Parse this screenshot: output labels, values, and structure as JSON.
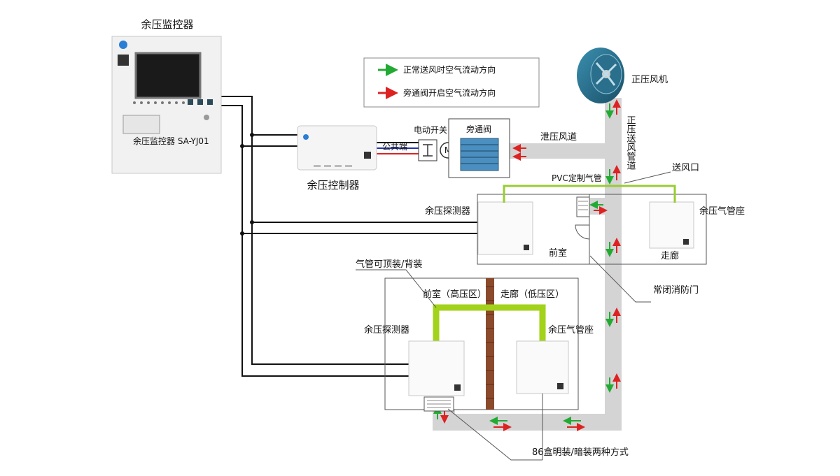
{
  "labels": {
    "monitor_title": "余压监控器",
    "monitor_model": "余压监控器  SA-YJ01",
    "controller_title": "余压控制器",
    "electric_switch": "电动开关",
    "bypass_valve": "旁通阀",
    "common_terminal": "公共端",
    "motor_symbol": "M",
    "relief_duct": "泄压风道",
    "fan": "正压风机",
    "supply_duct": "正压送风管道",
    "pvc_pipe": "PVC定制气管",
    "air_outlet": "送风口",
    "detector_1": "余压探测器",
    "pipe_base_1": "余压气管座",
    "front_room_1": "前室",
    "corridor_1": "走廊",
    "fire_door": "常闭消防门",
    "pipe_mount": "气管可顶装/背装",
    "front_room_high": "前室（高压区）",
    "corridor_low": "走廊（低压区）",
    "detector_2": "余压探测器",
    "pipe_base_2": "余压气管座",
    "box_mount": "86盒明装/暗装两种方式"
  },
  "legend": {
    "normal": "正常送风时空气流动方向",
    "bypass": "旁通阀开启空气流动方向"
  },
  "colors": {
    "normal_flow": "#22aa33",
    "bypass_flow": "#dd2222",
    "pvc_pipe": "#99cc33",
    "big_pipe": "#a3d21a",
    "duct": "#d4d4d4",
    "wall": "#8b4a2b",
    "wire": "#111111"
  }
}
